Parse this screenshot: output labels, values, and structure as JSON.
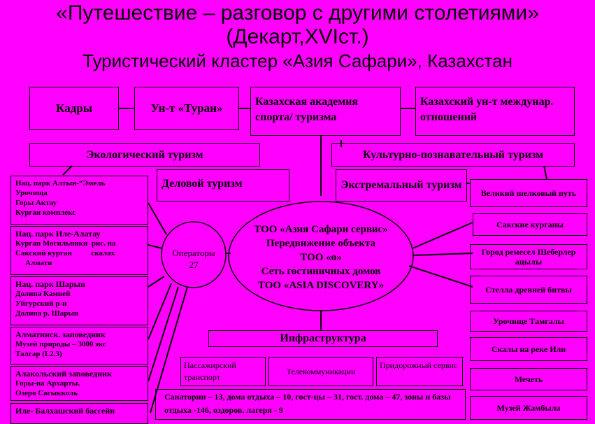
{
  "header": {
    "title_line1": "«Путешествие – разговор с другими столетиями»",
    "title_line2": "(Декарт,XVIст.)",
    "subtitle": "Туристический кластер «Азия Сафари», Казахстан"
  },
  "top_row": {
    "kadry": "Кадры",
    "turan": "Ун-т «Туран»",
    "academy": "Казахская академия спорта/ туризма",
    "intl_univ": "Казахский ун-т междунар. отношений"
  },
  "tourism": {
    "ecological": "Экологический туризм",
    "cultural": "Культурно-познавательный туризм",
    "business": "Деловой туризм",
    "extreme": "Экстремальный туризм"
  },
  "left_parks": [
    {
      "lines": [
        "Нац. парк Алтын-“Эмель",
        "Урочища",
        "Горы Актау",
        "Курган комплекс"
      ]
    },
    {
      "lines": [
        "Нац. парк Иле-Алатау",
        "Курган Могильники  рис. на",
        "Сакский курган          скалах",
        "Алмати"
      ]
    },
    {
      "lines": [
        "Нац. парк Шарын",
        "Долина Камней",
        "Уйгурский р-н",
        "Долина р. Шарын"
      ]
    },
    {
      "lines": [
        "Алматинск. заповедник",
        "Музей природы – 3000 экс",
        "Талгар (L2.3)"
      ]
    },
    {
      "lines": [
        "Алакольский заповедник",
        "Горы-на Архарты.",
        "Озеро Сасыкколь"
      ]
    },
    {
      "lines": [
        "Иле- Балхашский бассейн"
      ]
    }
  ],
  "operators": {
    "label": "Операторы",
    "count": "27"
  },
  "center": {
    "lines": [
      "ТОО «Азия Сафари сервис»",
      "Передвижение объекта",
      "ТОО «о»",
      "Сеть гостиничных домов",
      "ТОО «ASIA DISCOVERY»"
    ]
  },
  "right_items": [
    "Великий шелковый путь",
    "Сакские курганы",
    "Город ремесел Шеберлер ацылы",
    "Стелла древней битвы",
    "Урочище Тамгалы",
    "Скалы на реке Или",
    "Мечеть",
    "Музей Жамбыла"
  ],
  "infrastructure": {
    "title": "Инфраструктура",
    "passenger": "Пассажирский транспорт",
    "telecom": "Телекоммуникации",
    "roadside": "Придорожный сервис",
    "summary": "Санатории – 13, дома отдыха – 10, гост-цы – 31, гост. дома – 47, зоны и базы отдыха -146, оздоров. лагеря - 9"
  }
}
